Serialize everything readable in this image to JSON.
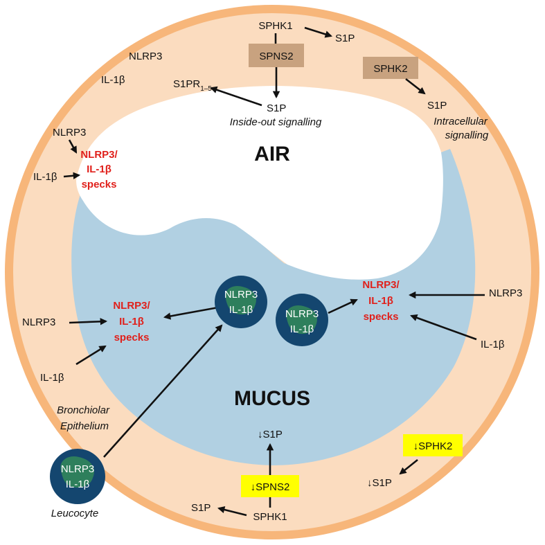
{
  "regions": {
    "air": "AIR",
    "mucus": "MUCUS"
  },
  "labels": {
    "nlrp3": "NLRP3",
    "il1b": "IL-1β",
    "specks_line1": "NLRP3/",
    "specks_line2": "IL-1β",
    "specks_line3": "specks",
    "sphk1": "SPHK1",
    "sphk2": "SPHK2",
    "spns2": "SPNS2",
    "s1p": "S1P",
    "s1pr": "S1PR",
    "s1pr_sub": "1–5",
    "down_arrow": "↓",
    "inside_out": "Inside-out signalling",
    "intracellular_1": "Intracellular",
    "intracellular_2": "signalling",
    "bronchiolar_1": "Bronchiolar",
    "bronchiolar_2": "Epithelium",
    "leucocyte": "Leucocyte"
  },
  "colors": {
    "outer_ring": "#f7b67a",
    "epithelium": "#fbdcbf",
    "mucus": "#b1d0e2",
    "cell_dark": "#14466f",
    "cell_inner": "#2e7f5c",
    "transporter_box": "#c8a27f",
    "highlight": "#ffff00",
    "speck_text": "#e0201b"
  }
}
